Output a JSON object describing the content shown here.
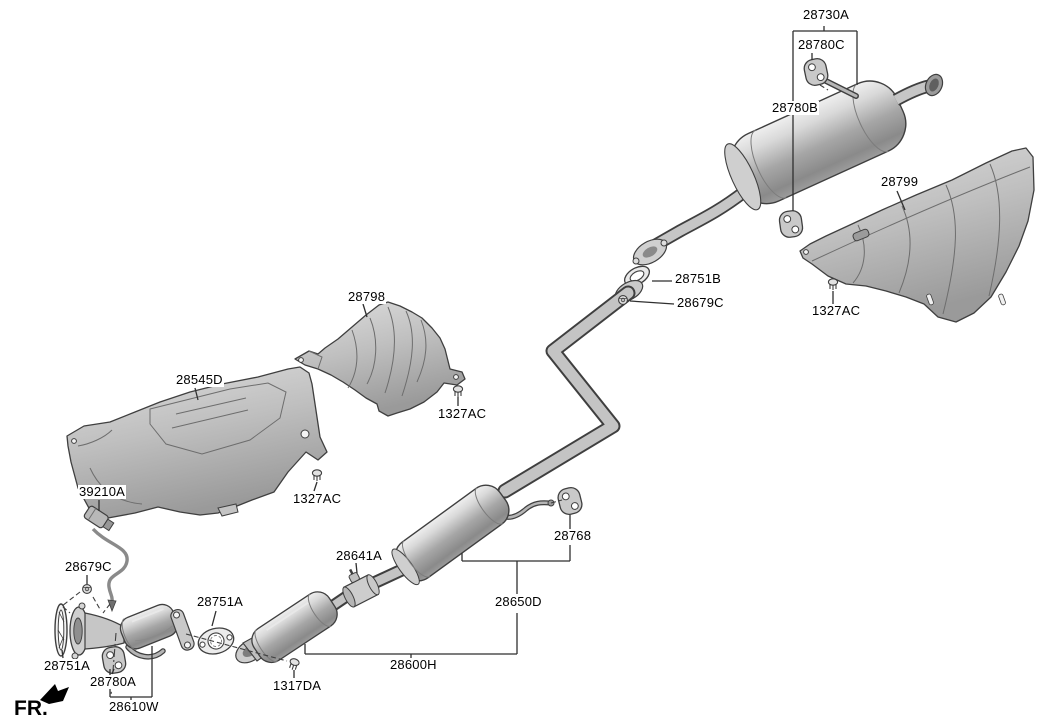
{
  "diagram_type": "exploded-parts-diagram",
  "fr_indicator": {
    "text": "FR."
  },
  "labels": [
    {
      "part": "rear-muffler-assembly",
      "text": "28730A"
    },
    {
      "part": "hanger-upper-rear",
      "text": "28780C"
    },
    {
      "part": "hanger-lower-rear",
      "text": "28780B"
    },
    {
      "part": "heat-shield-rear",
      "text": "28799"
    },
    {
      "part": "bolt-rear-shield",
      "text": "1327AC"
    },
    {
      "part": "gasket-rear-flange",
      "text": "28751B"
    },
    {
      "part": "nut-rear-flange",
      "text": "28679C"
    },
    {
      "part": "heat-shield-center",
      "text": "28798"
    },
    {
      "part": "bolt-center-shield",
      "text": "1327AC"
    },
    {
      "part": "heat-shield-front",
      "text": "28545D"
    },
    {
      "part": "bolt-front-shield",
      "text": "1327AC"
    },
    {
      "part": "oxygen-sensor",
      "text": "39210A"
    },
    {
      "part": "nut-front-flange",
      "text": "28679C"
    },
    {
      "part": "gasket-front-flange",
      "text": "28751A"
    },
    {
      "part": "hanger-front",
      "text": "28780A"
    },
    {
      "part": "front-pipe-assembly",
      "text": "28610W"
    },
    {
      "part": "gasket-center-flange",
      "text": "28751A"
    },
    {
      "part": "clamp",
      "text": "28641A"
    },
    {
      "part": "hanger-center",
      "text": "28768"
    },
    {
      "part": "center-muffler",
      "text": "28650D"
    },
    {
      "part": "center-exhaust-pipe",
      "text": "28600H"
    },
    {
      "part": "bolt-center-flange",
      "text": "1317DA"
    }
  ],
  "colors": {
    "background": "#ffffff",
    "line": "#2f2f2f",
    "label_text": "#000000",
    "part_fill_light": "#d8d8d8",
    "part_fill_dark": "#8f8f8f"
  }
}
